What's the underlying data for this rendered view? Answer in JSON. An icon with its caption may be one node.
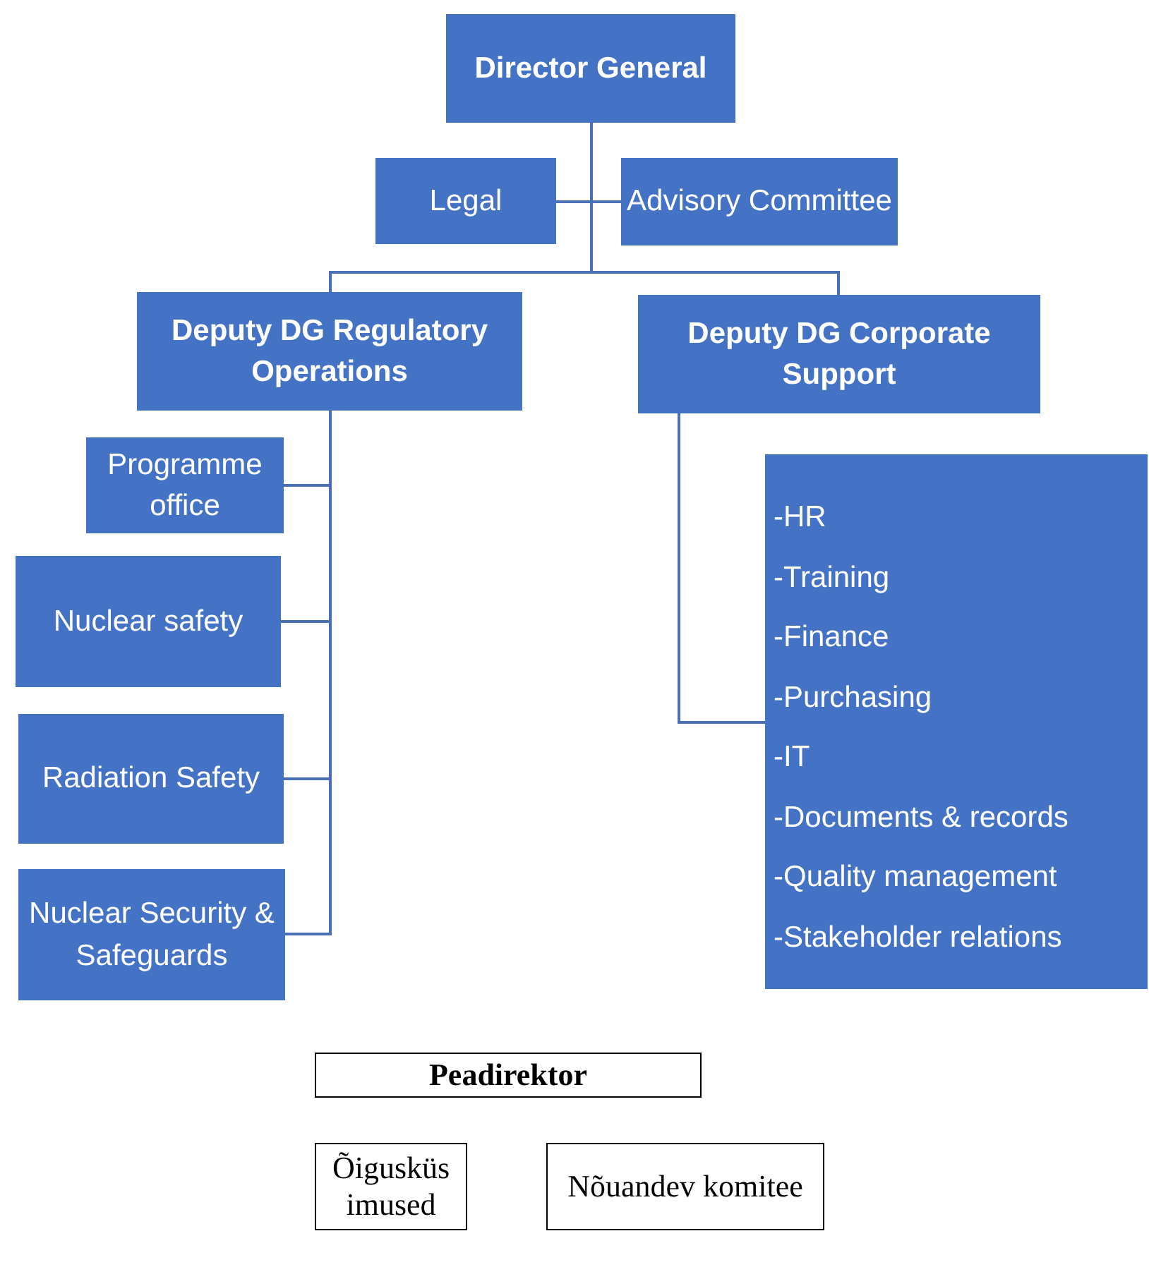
{
  "diagram": {
    "nodes": [
      {
        "text": [
          "Director General"
        ]
      },
      {
        "text": [
          "Legal"
        ]
      },
      {
        "text": [
          "Advisory Committee"
        ]
      },
      {
        "text": [
          "Deputy DG Regulatory Operations"
        ]
      },
      {
        "text": [
          "Deputy DG Corporate Support"
        ]
      },
      {
        "text": [
          "Programme office"
        ]
      },
      {
        "text": [
          "Nuclear safety"
        ]
      },
      {
        "text": [
          "Radiation Safety"
        ]
      },
      {
        "text": [
          "Nuclear Security & Safeguards"
        ]
      },
      {
        "text": [
          "-HR",
          "-Training",
          "-Finance",
          "-Purchasing",
          "-IT",
          "-Documents & records",
          "-Quality management",
          "-Stakeholder relations"
        ]
      },
      {
        "text": [
          "Peadirektor"
        ]
      },
      {
        "text": [
          "Õigusküs imused"
        ]
      },
      {
        "text": [
          "Nõuandev komitee"
        ]
      }
    ],
    "edges": [
      {
        "from": 0,
        "to": 1,
        "arrow": "none"
      },
      {
        "from": 0,
        "to": 2,
        "arrow": "none"
      },
      {
        "from": 0,
        "to": 3,
        "arrow": "none"
      },
      {
        "from": 0,
        "to": 4,
        "arrow": "none"
      },
      {
        "from": 3,
        "to": 5,
        "arrow": "none"
      },
      {
        "from": 3,
        "to": 6,
        "arrow": "none"
      },
      {
        "from": 3,
        "to": 7,
        "arrow": "none"
      },
      {
        "from": 3,
        "to": 8,
        "arrow": "none"
      },
      {
        "from": 4,
        "to": 9,
        "arrow": "none"
      }
    ]
  }
}
